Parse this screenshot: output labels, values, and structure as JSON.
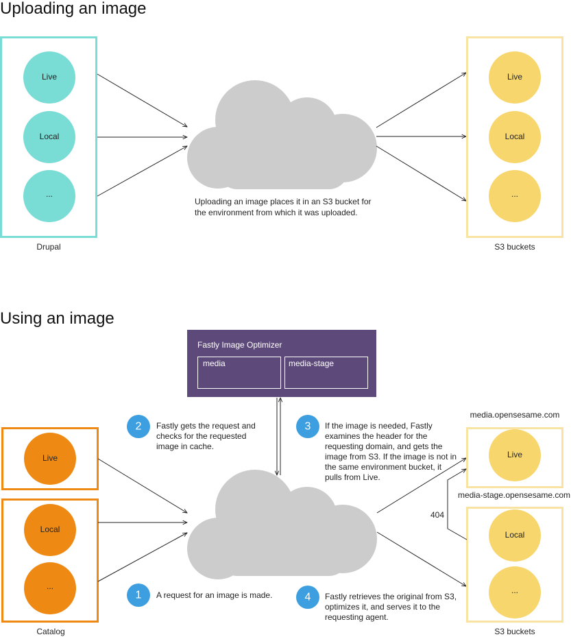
{
  "colors": {
    "teal": "#79dcd5",
    "yellow": "#f8d66e",
    "yellow_border": "#f8e3a3",
    "orange": "#ee8a14",
    "cloud": "#cccccc",
    "purple": "#5e4a7a",
    "step_blue": "#3d9fe0"
  },
  "upload": {
    "title": "Uploading an image",
    "drupal": {
      "label": "Drupal",
      "nodes": [
        "Live",
        "Local",
        "..."
      ]
    },
    "s3": {
      "label": "S3 buckets",
      "nodes": [
        "Live",
        "Local",
        "..."
      ]
    },
    "description": [
      "Uploading an image places it in an S3 bucket for",
      "the environment from which it was uploaded."
    ]
  },
  "using": {
    "title": "Using an image",
    "fastly": {
      "title": "Fastly Image Optimizer",
      "boxes": [
        "media",
        "media-stage"
      ]
    },
    "catalog": {
      "label": "Catalog",
      "nodes": [
        "Live",
        "Local",
        "..."
      ]
    },
    "s3": {
      "label": "S3 buckets",
      "nodes": [
        "Live",
        "Local",
        "..."
      ],
      "domain_live": "media.opensesame.com",
      "domain_stage": "media-stage.opensesame.com",
      "fallback_label": "404"
    },
    "steps": [
      {
        "number": "1",
        "lines": [
          "A request for an image is made."
        ]
      },
      {
        "number": "2",
        "lines": [
          "Fastly gets the request and",
          "checks for the requested",
          "image in cache."
        ]
      },
      {
        "number": "3",
        "lines": [
          "If the image is needed, Fastly",
          "examines the header for the",
          "requesting domain, and gets the",
          "image from S3. If the image is not in",
          "the same environment bucket, it",
          "pulls from Live."
        ]
      },
      {
        "number": "4",
        "lines": [
          "Fastly retrieves the original from S3,",
          "optimizes it, and serves it to the",
          "requesting agent."
        ]
      }
    ]
  }
}
